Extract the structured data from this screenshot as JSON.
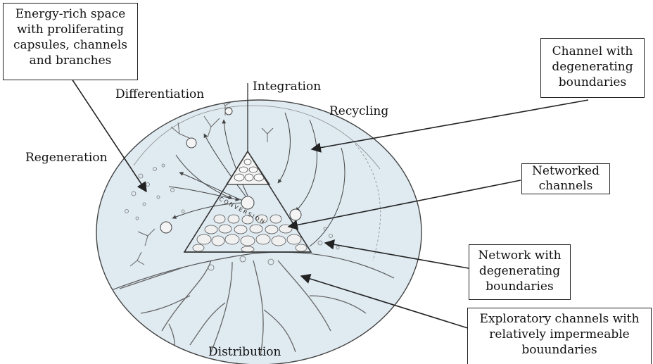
{
  "diagram": {
    "boxes": {
      "energy_rich": [
        "Energy-rich space",
        "with proliferating",
        "capsules, channels",
        "and branches"
      ],
      "channel_degenerating": [
        "Channel with",
        "degenerating",
        "boundaries"
      ],
      "networked_channels": [
        "Networked",
        "channels"
      ],
      "network_degenerating": [
        "Network with",
        "degenerating",
        "boundaries"
      ],
      "exploratory_channels": [
        "Exploratory channels with",
        "relatively impermeable",
        "bouundaries"
      ]
    },
    "labels": {
      "integration": "Integration",
      "differentiation": "Differentiation",
      "recycling": "Recycling",
      "regeneration": "Regeneration",
      "distribution": "Distribution"
    },
    "triangle_text": "CONVERSION",
    "colors": {
      "ink": "#222222",
      "circle_fill": "#dfeaf1",
      "cell_fill": "#f4f4f4"
    }
  }
}
